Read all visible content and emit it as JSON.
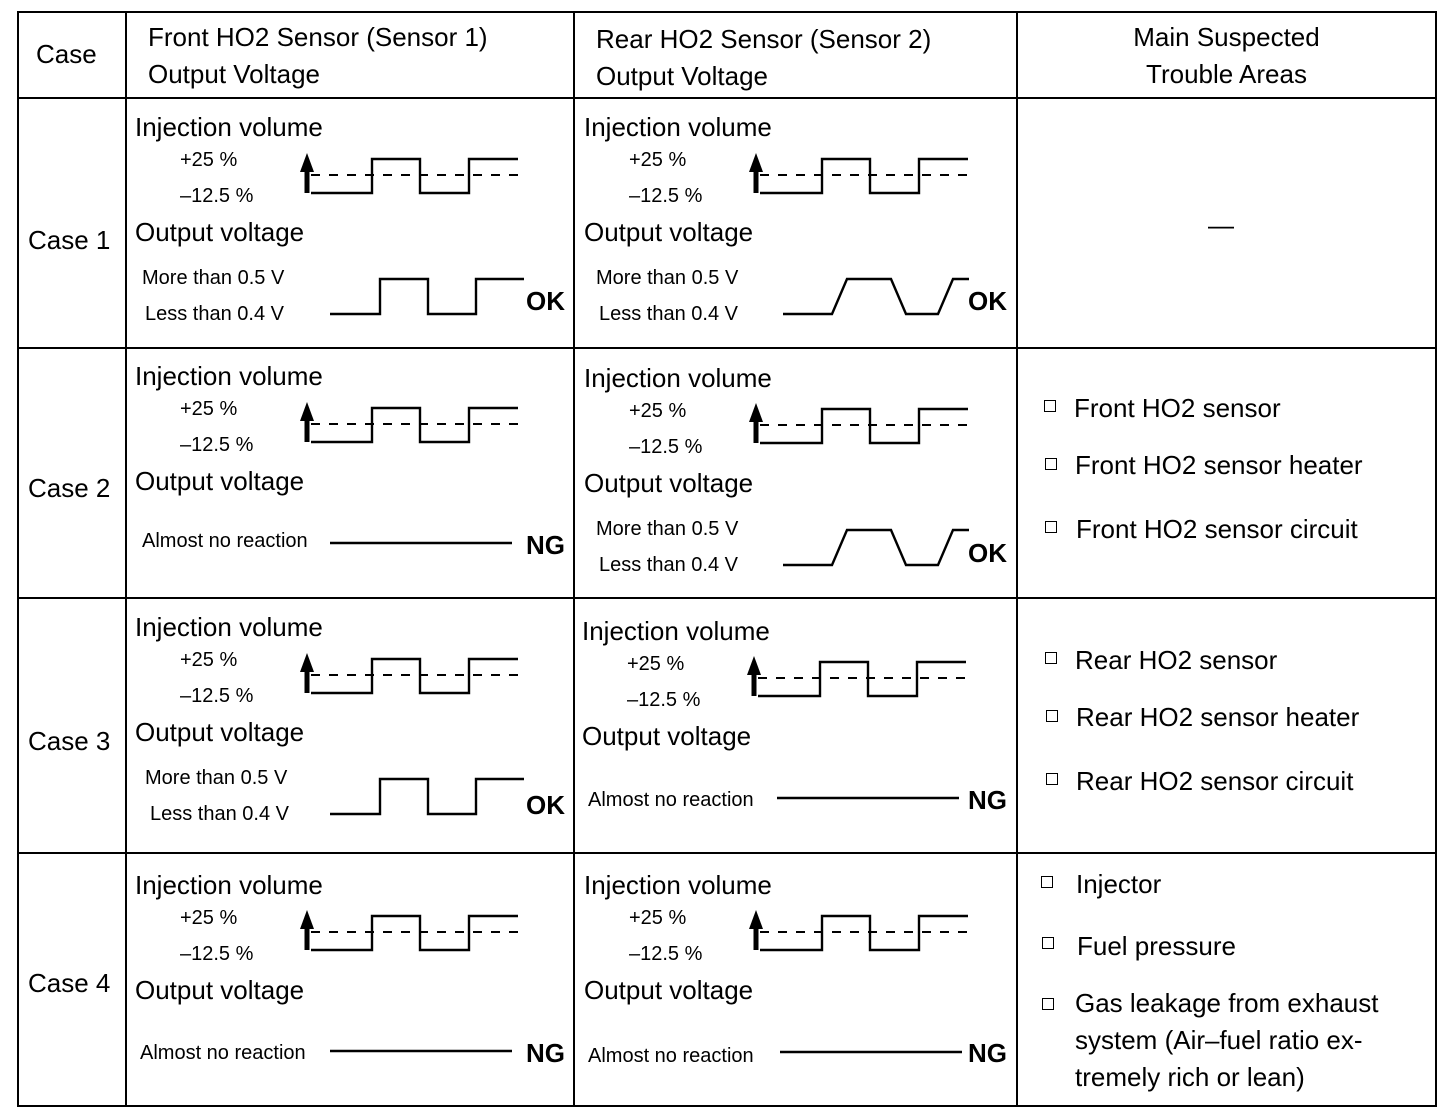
{
  "header": {
    "case": "Case",
    "front": [
      "Front HO2 Sensor (Sensor 1)",
      "Output Voltage"
    ],
    "rear": [
      "Rear HO2 Sensor (Sensor 2)",
      "Output Voltage"
    ],
    "areas": [
      "Main Suspected",
      "Trouble Areas"
    ]
  },
  "labels": {
    "injection_volume": "Injection volume",
    "plus": "+25 %",
    "minus": "–12.5 %",
    "output_voltage": "Output voltage",
    "more_than": "More than 0.5 V",
    "less_than": "Less than 0.4 V",
    "almost_no_reaction": "Almost no reaction"
  },
  "cases": [
    {
      "name": "Case 1",
      "front": {
        "response": "switching",
        "verdict": "OK"
      },
      "rear": {
        "response": "sloped",
        "verdict": "OK"
      },
      "areas": [],
      "areas_placeholder": "—"
    },
    {
      "name": "Case 2",
      "front": {
        "response": "none",
        "verdict": "NG"
      },
      "rear": {
        "response": "sloped",
        "verdict": "OK"
      },
      "areas": [
        "Front HO2 sensor",
        "Front HO2 sensor heater",
        "Front HO2 sensor circuit"
      ]
    },
    {
      "name": "Case 3",
      "front": {
        "response": "switching",
        "verdict": "OK"
      },
      "rear": {
        "response": "none",
        "verdict": "NG"
      },
      "areas": [
        "Rear HO2 sensor",
        "Rear HO2 sensor heater",
        "Rear HO2 sensor circuit"
      ]
    },
    {
      "name": "Case 4",
      "front": {
        "response": "none",
        "verdict": "NG"
      },
      "rear": {
        "response": "none",
        "verdict": "NG"
      },
      "areas": [
        "Injector",
        "Fuel pressure",
        "Gas leakage from exhaust system (Air–fuel ratio ex-tremely rich or lean)"
      ],
      "areas_lines": [
        "Gas leakage from exhaust",
        "system (Air–fuel ratio ex-",
        "tremely rich or lean)"
      ]
    }
  ]
}
